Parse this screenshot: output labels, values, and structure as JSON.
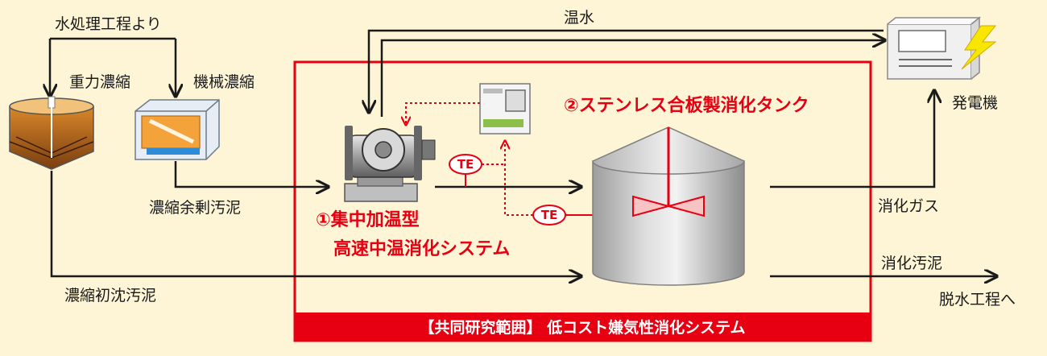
{
  "labels": {
    "from_water_treatment": "水処理工程より",
    "gravity_thickening": "重力濃縮",
    "mechanical_thickening": "機械濃縮",
    "thickened_excess_sludge": "濃縮余剰汚泥",
    "thickened_primary_sludge": "濃縮初沈汚泥",
    "hot_water": "温水",
    "generator": "発電機",
    "digestion_gas": "消化ガス",
    "digested_sludge": "消化汚泥",
    "to_dewatering": "脱水工程へ",
    "te_1": "TE",
    "te_2": "TE"
  },
  "callouts": {
    "system_1_line1": "①集中加温型",
    "system_1_line2": "高速中温消化システム",
    "system_2": "②ステンレス合板製消化タンク"
  },
  "banner": {
    "text": "【共同研究範囲】 低コスト嫌気性消化システム"
  },
  "colors": {
    "accent_red": "#e60012",
    "background": "#fdf5d6",
    "line": "#1a1a1a"
  }
}
